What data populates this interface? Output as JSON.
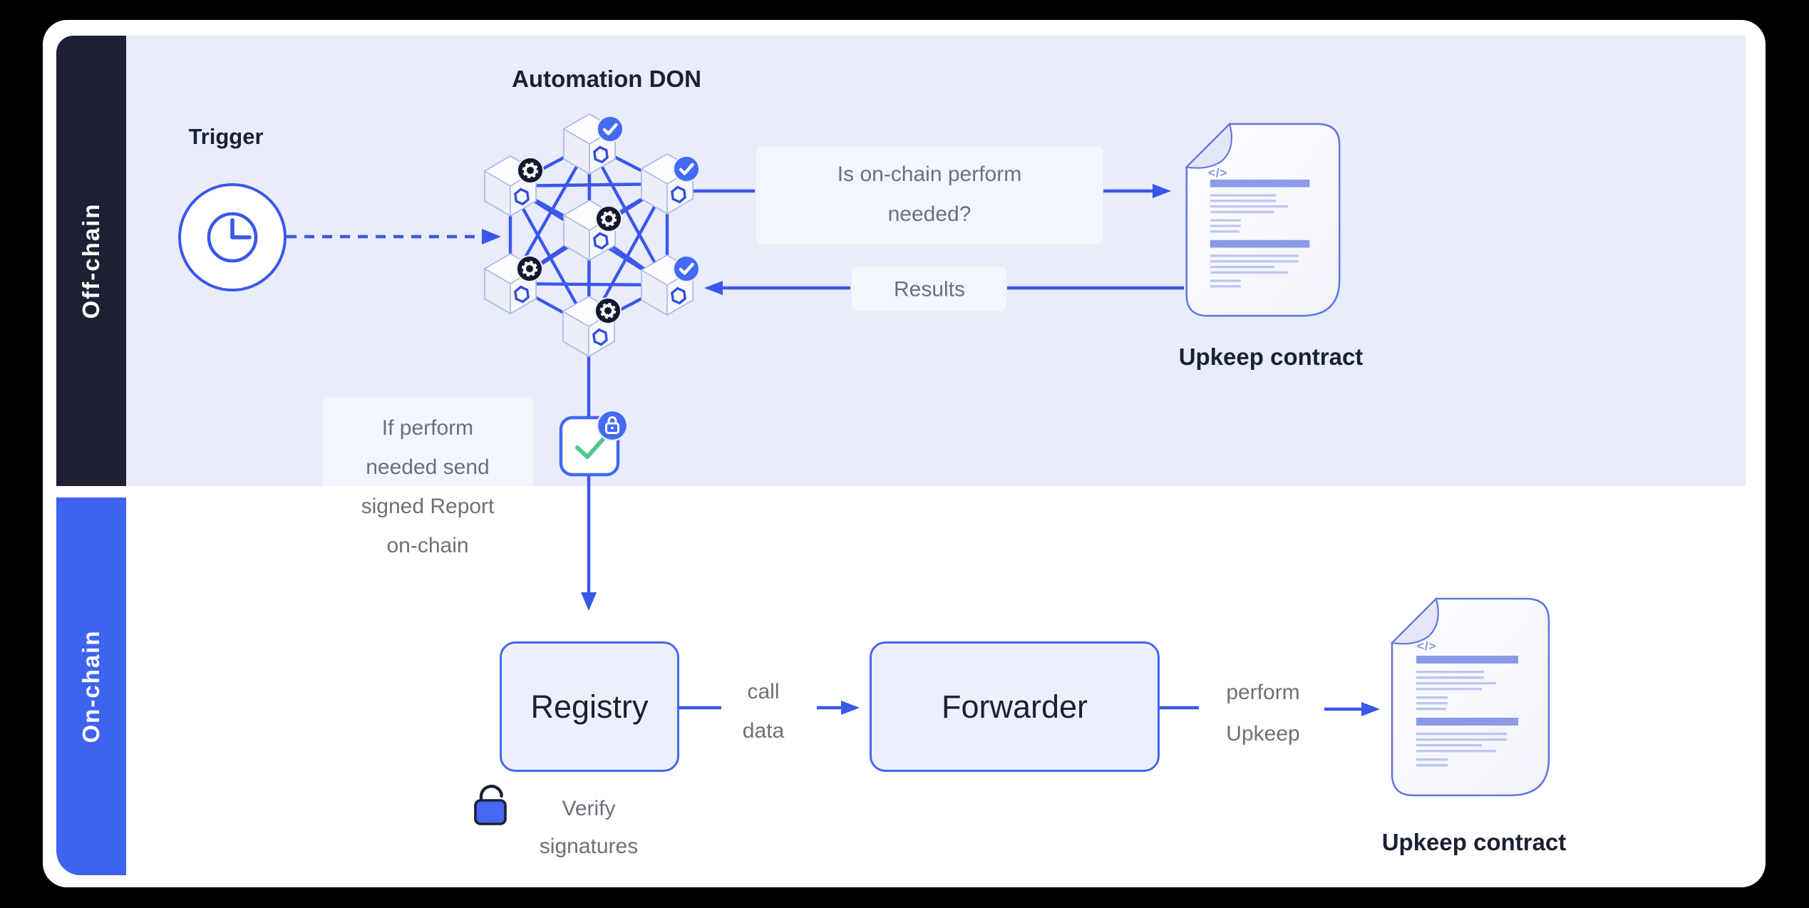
{
  "sidebar": {
    "off_chain_label": "Off-chain",
    "on_chain_label": "On-chain"
  },
  "offchain": {
    "don_title": "Automation DON",
    "trigger_label": "Trigger",
    "question": "Is on-chain perform\nneeded?",
    "results_label": "Results",
    "upkeep_contract_label": "Upkeep contract",
    "report_note": "If perform\nneeded send\nsigned Report\non-chain"
  },
  "onchain": {
    "registry_label": "Registry",
    "call_data_label": "call\ndata",
    "forwarder_label": "Forwarder",
    "perform_upkeep_label": "perform\nUpkeep",
    "upkeep_contract_label": "Upkeep contract",
    "verify_signatures_label": "Verify\nsignatures"
  },
  "icons": {
    "code_glyph": "</>",
    "clock_icon": "clock",
    "gear_icon": "gear",
    "check_icon": "check",
    "lock_closed_icon": "closed padlock",
    "lock_open_icon": "open padlock",
    "document_icon": "code document"
  },
  "colors": {
    "line_blue": "#3a57ea",
    "accent_blue": "#4468f2",
    "strip_blue": "#3f63f1",
    "dark_navy": "#1e2134",
    "lavender_bg": "#e9ecfa",
    "gray_text": "#6c707a",
    "green_check": "#50c98e"
  }
}
